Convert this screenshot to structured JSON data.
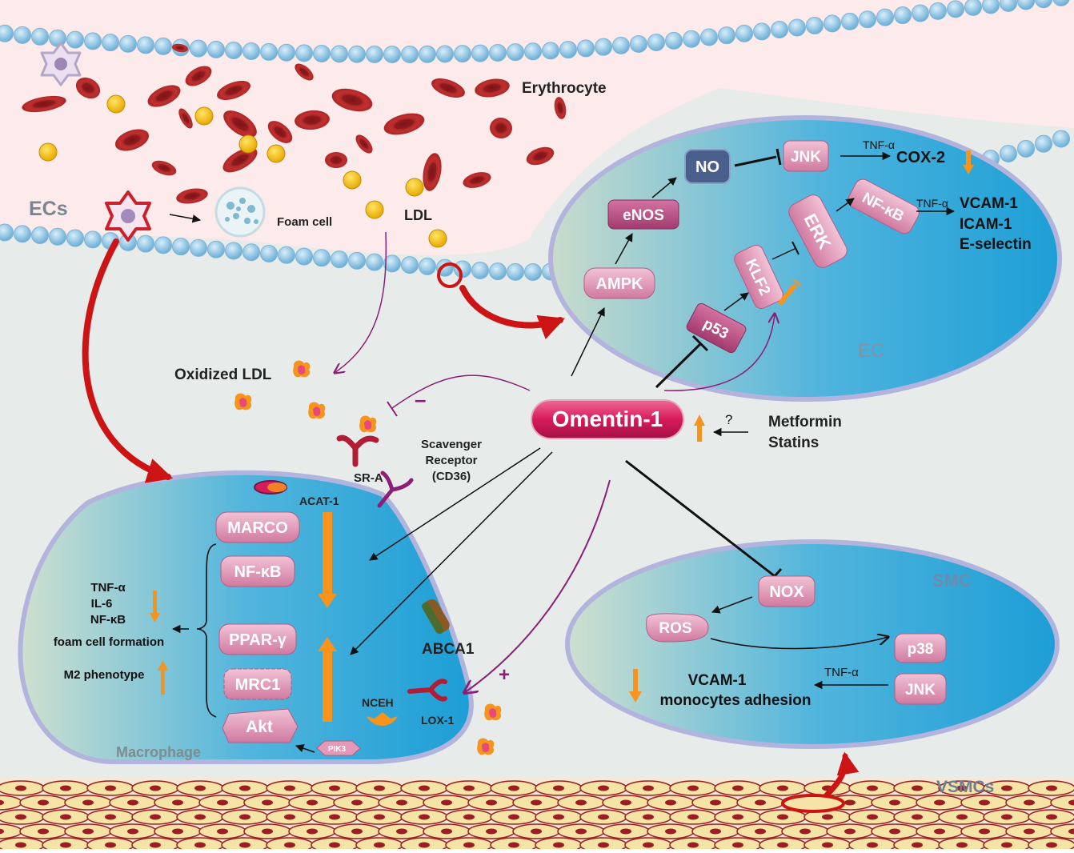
{
  "colors": {
    "vessel_lumen": "#fdeaea",
    "interstitium": "#e7ecea",
    "endothelial_bead": "#8fc3e3",
    "erythrocyte": "#b3282b",
    "ldl": "#f4c200",
    "cell_fill_dark": "#1d9fd6",
    "cell_fill_light": "#c9dccc",
    "cell_border": "#b3b4dd",
    "protein_pink": "#e29ab8",
    "protein_dark": "#b0477b",
    "no_box": "#4a5f8c",
    "arrow_red": "#cc1414",
    "arrow_purple": "#8c1f75",
    "arrow_orange": "#f7941d",
    "omentin": "#d81b5c",
    "smooth_muscle": "#f6e3a6",
    "smooth_muscle_border": "#9c1e22"
  },
  "icons": [
    "monocyte-icon",
    "foam-cell-icon",
    "oxidized-ldl-icon",
    "sr-a-receptor-icon",
    "cd36-receptor-icon",
    "lox-1-receptor-icon",
    "abca1-transporter-icon",
    "nceh-enzyme-icon",
    "acat-1-enzyme-icon"
  ],
  "vessel": {
    "ecs_label": "ECs",
    "erythrocyte_label": "Erythrocyte",
    "foam_cell_label": "Foam cell",
    "ldl_label": "LDL",
    "oxidized_ldl_label": "Oxidized LDL",
    "vsmcs_label": "VSMCs"
  },
  "ec": {
    "label": "EC",
    "nodes": {
      "no": "NO",
      "jnk": "JNK",
      "cox2": "COX-2",
      "enos": "eNOS",
      "ampk": "AMPK",
      "klf2": "KLF2",
      "erk": "ERK",
      "nfkb": "NF-κB",
      "p53": "p53"
    },
    "tnf_a_1": "TNF-α",
    "tnf_a_2": "TNF-α",
    "adhesion": [
      "VCAM-1",
      "ICAM-1",
      "E-selectin"
    ]
  },
  "omentin": {
    "label": "Omentin-1",
    "question": "?",
    "drugs": [
      "Metformin",
      "Statins"
    ],
    "minus": "–",
    "plus": "+"
  },
  "receptors": {
    "scavenger": [
      "Scavenger",
      "Receptor",
      "(CD36)"
    ],
    "sr_a": "SR-A",
    "acat1": "ACAT-1",
    "abca1": "ABCA1",
    "nceh": "NCEH",
    "lox1": "LOX-1"
  },
  "macrophage": {
    "label": "Macrophage",
    "proteins": [
      "MARCO",
      "NF-κB",
      "PPAR-γ",
      "MRC1",
      "Akt"
    ],
    "pik3": "PIK3",
    "outcomes": [
      "TNF-α",
      "IL-6",
      "NF-κB",
      "foam cell formation"
    ],
    "m2": "M2  phenotype"
  },
  "smc": {
    "label": "SMC",
    "nodes": {
      "nox": "NOX",
      "ros": "ROS",
      "p38": "p38",
      "jnk": "JNK"
    },
    "tnf_a": "TNF-α",
    "outcome": [
      "VCAM-1",
      "monocytes adhesion"
    ]
  }
}
